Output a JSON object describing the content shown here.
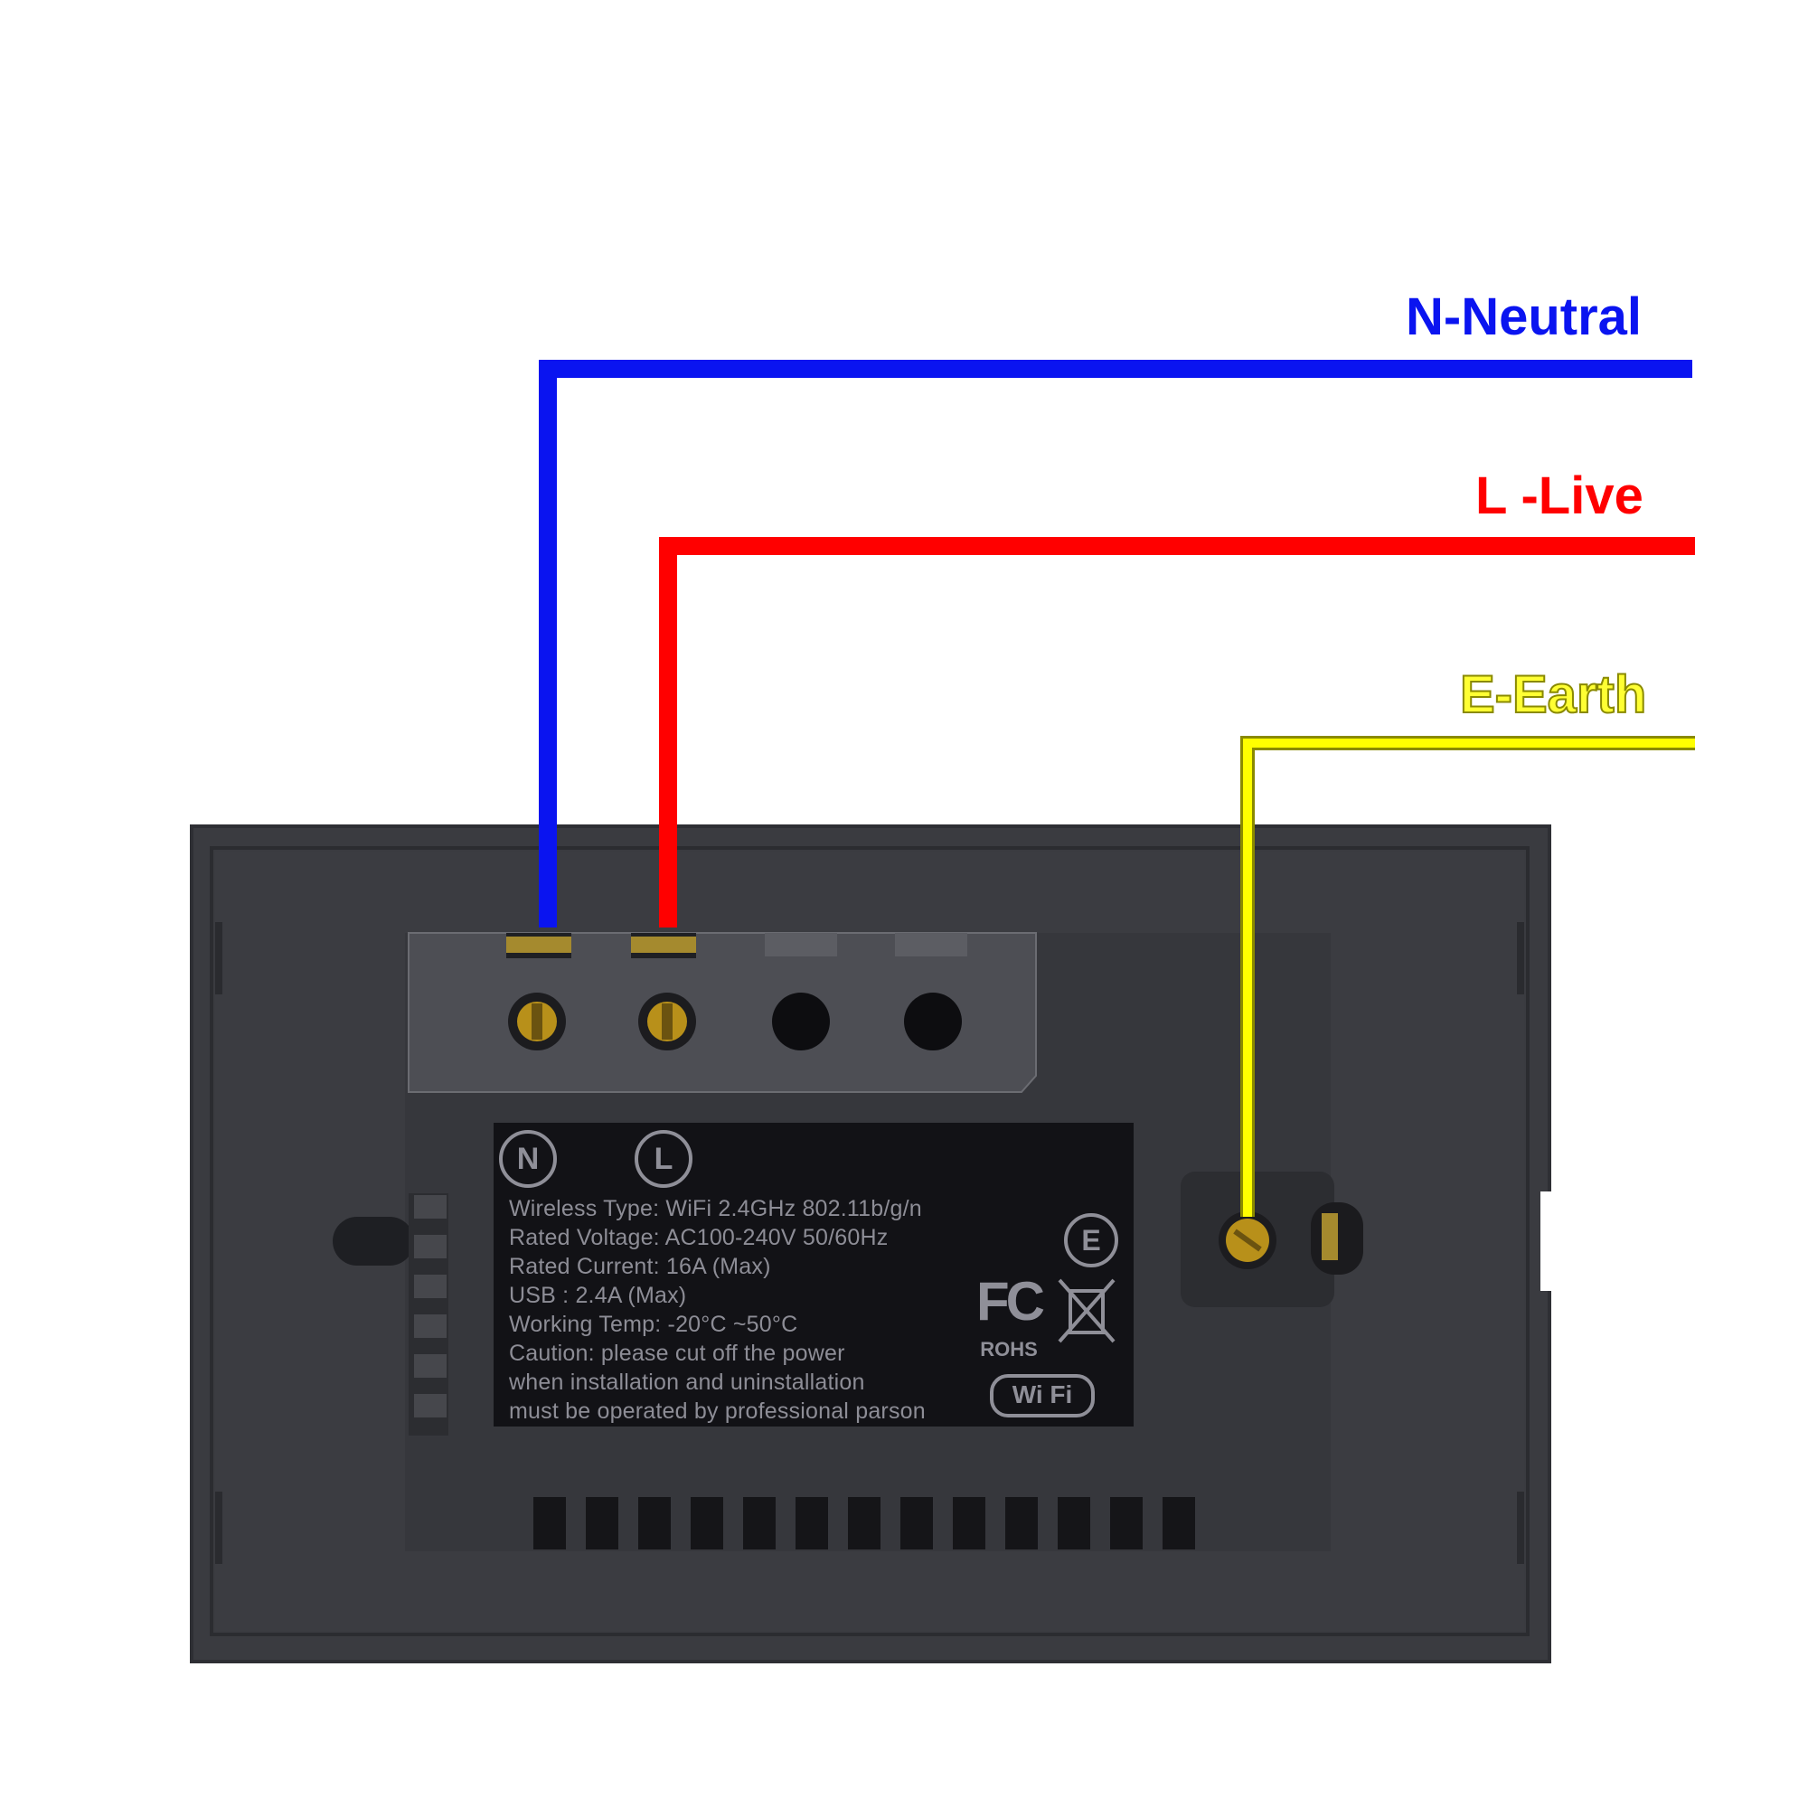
{
  "wires": {
    "neutral": {
      "label": "N-Neutral",
      "color": "#0a14f0"
    },
    "live": {
      "label": "L -Live",
      "color": "#ff0000"
    },
    "earth": {
      "label": "E-Earth",
      "color": "#ffff00"
    }
  },
  "device": {
    "terminal_marks": {
      "neutral": "N",
      "live": "L",
      "earth": "E"
    },
    "spec_lines": [
      "Wireless Type: WiFi 2.4GHz 802.11b/g/n",
      "Rated Voltage: AC100-240V 50/60Hz",
      "Rated Current: 16A (Max)",
      "USB : 2.4A (Max)",
      "Working Temp: -20°C ~50°C",
      "Caution: please cut off the power",
      "when installation and uninstallation",
      "must be operated by professional parson"
    ],
    "certifications": {
      "fcc": "FC",
      "rohs": "ROHS",
      "wifi": "Wi Fi"
    },
    "body_color": "#3a3b40"
  }
}
